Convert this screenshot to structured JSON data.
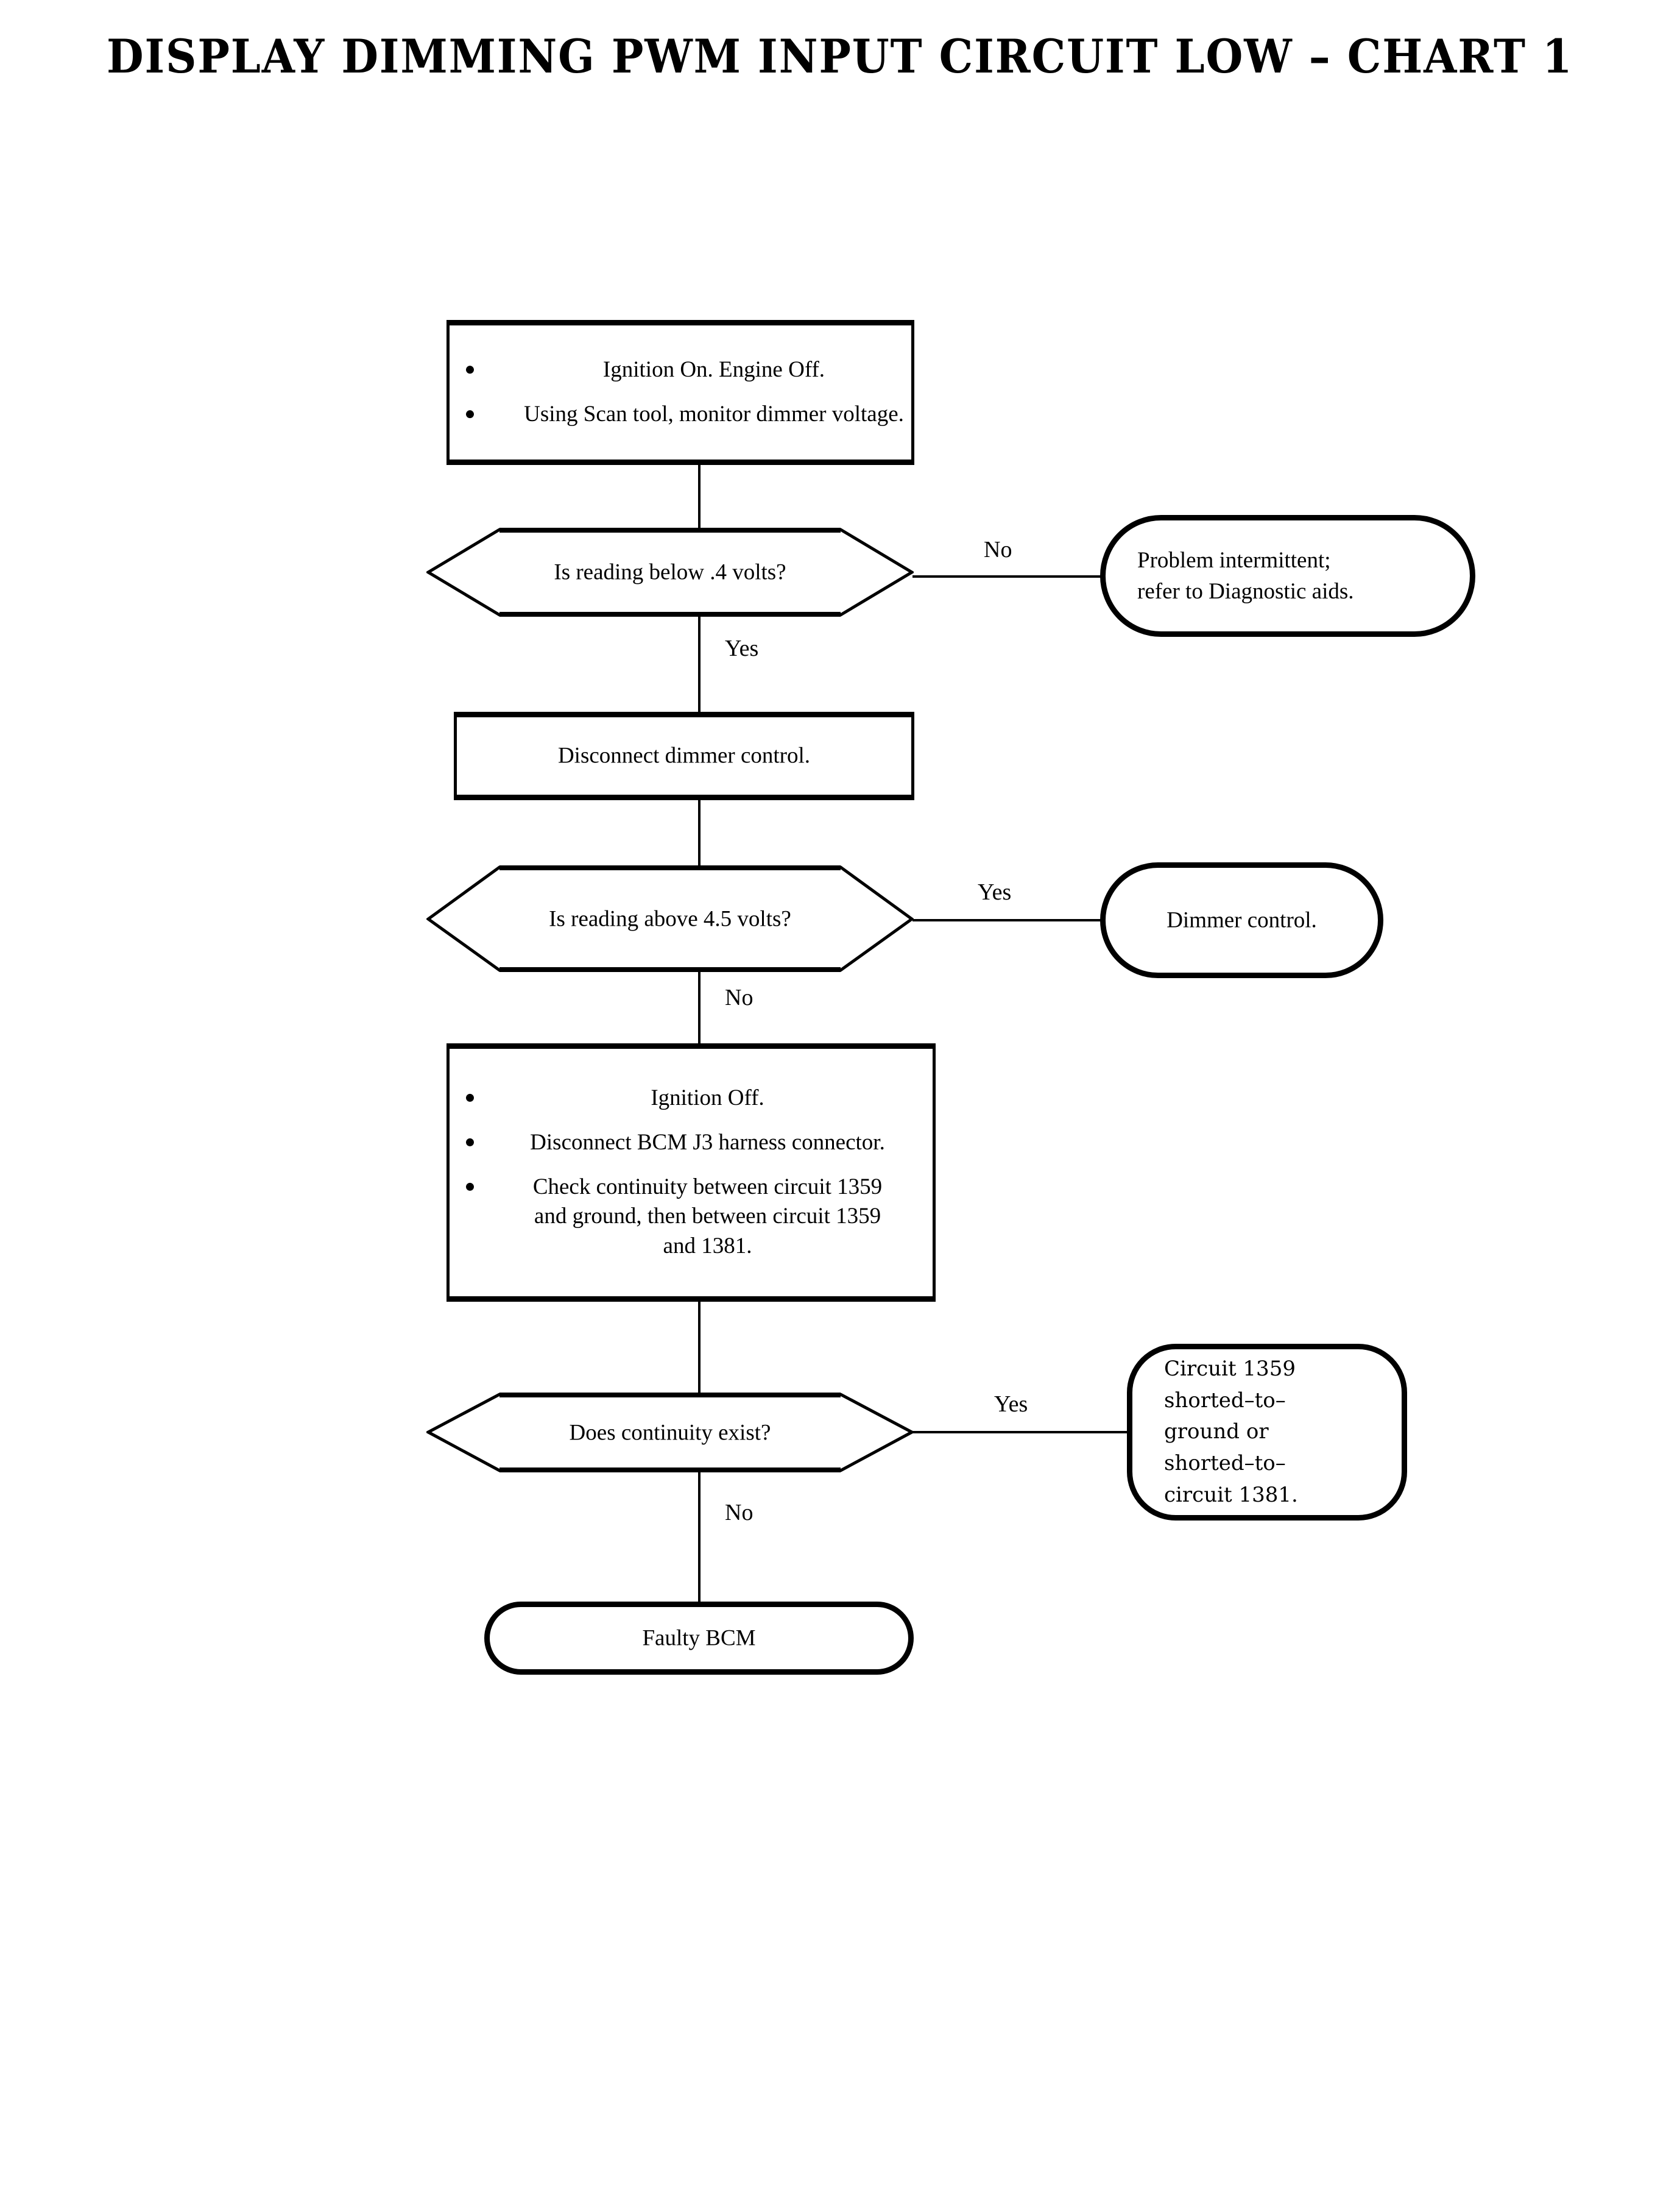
{
  "title": "DISPLAY DIMMING PWM INPUT CIRCUIT LOW – CHART 1",
  "chart_data": {
    "type": "flowchart",
    "title": "DISPLAY DIMMING PWM INPUT CIRCUIT LOW – CHART 1",
    "orientation": "top-to-bottom",
    "nodes": [
      {
        "id": "step1",
        "shape": "process",
        "bullets": [
          "Ignition On. Engine Off.",
          "Using Scan tool, monitor dimmer voltage."
        ]
      },
      {
        "id": "dec1",
        "shape": "decision",
        "text": "Is reading below .4 volts?"
      },
      {
        "id": "term1",
        "shape": "terminal",
        "lines": [
          "Problem intermittent;",
          "refer to Diagnostic aids."
        ]
      },
      {
        "id": "step2",
        "shape": "process",
        "text": "Disconnect dimmer control."
      },
      {
        "id": "dec2",
        "shape": "decision",
        "text": "Is reading above 4.5 volts?"
      },
      {
        "id": "term2",
        "shape": "terminal",
        "lines": [
          "Dimmer control."
        ]
      },
      {
        "id": "step3",
        "shape": "process",
        "bullets": [
          "Ignition Off.",
          "Disconnect BCM J3 harness connector.",
          "Check continuity between circuit 1359 and ground, then between circuit 1359 and 1381."
        ]
      },
      {
        "id": "dec3",
        "shape": "decision",
        "text": "Does continuity exist?"
      },
      {
        "id": "term3",
        "shape": "terminal",
        "lines": [
          "Circuit 1359",
          "shorted–to–",
          "ground or",
          "shorted–to–",
          "circuit 1381."
        ]
      },
      {
        "id": "term4",
        "shape": "terminal",
        "lines": [
          "Faulty BCM"
        ]
      }
    ],
    "edges": [
      {
        "from": "step1",
        "to": "dec1",
        "label": ""
      },
      {
        "from": "dec1",
        "to": "term1",
        "label": "No"
      },
      {
        "from": "dec1",
        "to": "step2",
        "label": "Yes"
      },
      {
        "from": "step2",
        "to": "dec2",
        "label": ""
      },
      {
        "from": "dec2",
        "to": "term2",
        "label": "Yes"
      },
      {
        "from": "dec2",
        "to": "step3",
        "label": "No"
      },
      {
        "from": "step3",
        "to": "dec3",
        "label": ""
      },
      {
        "from": "dec3",
        "to": "term3",
        "label": "Yes"
      },
      {
        "from": "dec3",
        "to": "term4",
        "label": "No"
      }
    ]
  },
  "nodes": {
    "step1": {
      "bullet1": "Ignition On. Engine Off.",
      "bullet2": "Using Scan tool, monitor dimmer voltage."
    },
    "dec1": {
      "text": "Is reading below .4 volts?"
    },
    "term1": {
      "line1": "Problem intermittent;",
      "line2": "refer to Diagnostic aids."
    },
    "step2": {
      "text": "Disconnect dimmer control."
    },
    "dec2": {
      "text": "Is reading above 4.5 volts?"
    },
    "term2": {
      "line1": "Dimmer control."
    },
    "step3": {
      "bullet1": "Ignition Off.",
      "bullet2": "Disconnect BCM J3 harness connector.",
      "bullet3": "Check continuity between circuit 1359 and ground, then between circuit 1359 and 1381."
    },
    "dec3": {
      "text": "Does continuity exist?"
    },
    "term3": {
      "line1": "Circuit 1359",
      "line2": "shorted–to–",
      "line3": "ground or",
      "line4": "shorted–to–",
      "line5": "circuit 1381."
    },
    "term4": {
      "line1": "Faulty BCM"
    }
  },
  "edge_labels": {
    "dec1_no": "No",
    "dec1_yes": "Yes",
    "dec2_yes": "Yes",
    "dec2_no": "No",
    "dec3_yes": "Yes",
    "dec3_no": "No"
  },
  "colors": {
    "ink": "#000000",
    "paper": "#ffffff"
  }
}
